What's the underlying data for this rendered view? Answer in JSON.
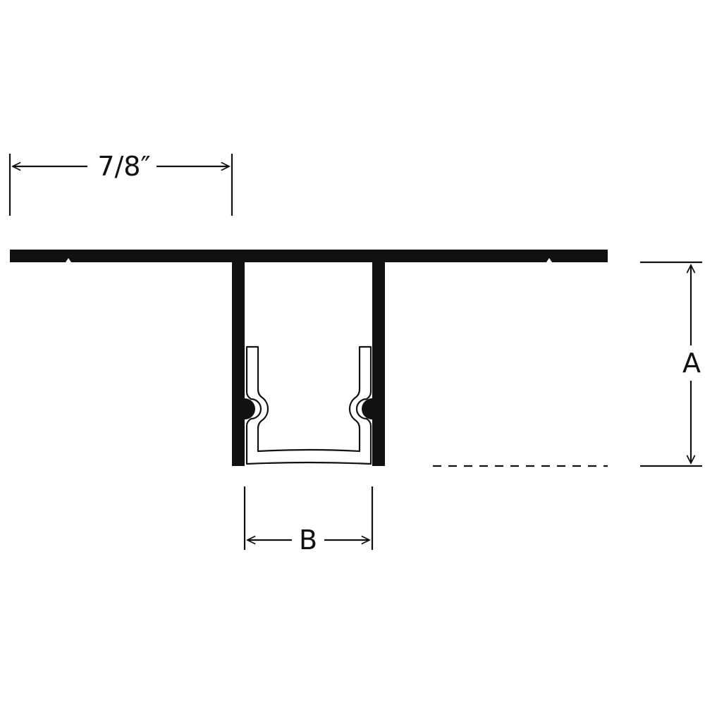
{
  "colors": {
    "profile": "#111111",
    "insert": "#111111",
    "background": "#ffffff"
  },
  "dimensions": {
    "flange_width": "7/8″",
    "depth": "A",
    "channel_width": "B"
  }
}
